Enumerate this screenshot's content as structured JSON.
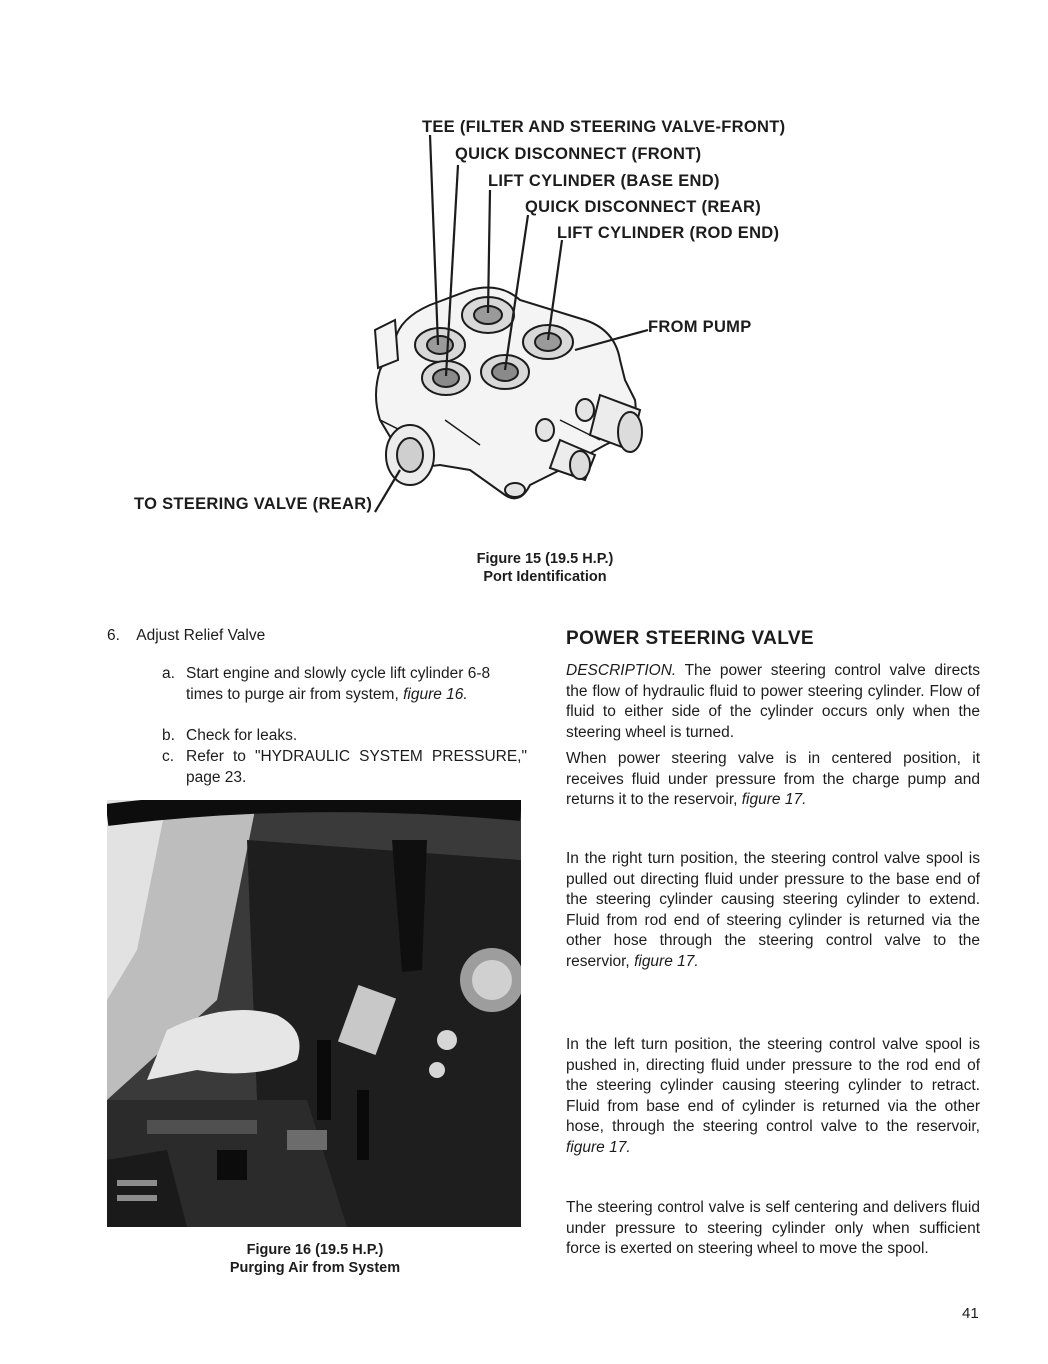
{
  "figure15": {
    "callouts": {
      "tee": "TEE (FILTER AND STEERING VALVE-FRONT)",
      "qd_front": "QUICK DISCONNECT (FRONT)",
      "lift_base": "LIFT CYLINDER (BASE END)",
      "qd_rear": "QUICK DISCONNECT (REAR)",
      "lift_rod": "LIFT CYLINDER (ROD END)",
      "from_pump": "FROM PUMP",
      "to_steering": "TO STEERING VALVE (REAR)"
    },
    "caption_line1": "Figure 15 (19.5 H.P.)",
    "caption_line2": "Port Identification"
  },
  "steps": {
    "step_num": "6.",
    "step_title": "Adjust Relief Valve",
    "a_label": "a.",
    "a_text": "Start engine and slowly cycle lift cylinder 6-8 times to purge air from system,",
    "a_ref": "figure 16.",
    "b_label": "b.",
    "b_text": "Check for leaks.",
    "c_label": "c.",
    "c_text": "Refer to \"HYDRAULIC SYSTEM PRESSURE,\" page 23."
  },
  "figure16": {
    "caption_line1": "Figure 16 (19.5 H.P.)",
    "caption_line2": "Purging Air from System"
  },
  "section": {
    "heading": "POWER STEERING VALVE",
    "p1_lead": "DESCRIPTION.",
    "p1_text": "The power steering control valve directs the flow of hydraulic fluid to power steering cylinder. Flow of fluid to either side of the cylinder occurs only when the steering wheel is turned.",
    "p2_text": "When power steering valve is in centered position, it receives fluid under pressure from the charge pump and returns it to the reservoir,",
    "p2_ref": "figure 17.",
    "p3_text": "In the right turn position, the steering control valve spool is pulled out directing fluid under pressure to the base end of the steering cylinder causing steering cylinder to extend. Fluid from rod end of steering cylinder is returned via the other hose through the steering control valve to the reservior,",
    "p3_ref": "figure 17.",
    "p4_text": "In the left turn position, the steering control valve spool is pushed in, directing fluid under pressure to the rod end of the steering cylinder causing steering cylinder to retract. Fluid from base end of cylinder is returned via the other hose, through the steering control valve to the reservoir,",
    "p4_ref": "figure 17.",
    "p5_text": "The steering control valve is self centering and delivers fluid under pressure to steering cylinder only when sufficient force is exerted on steering wheel to move the spool."
  },
  "page_number": "41"
}
